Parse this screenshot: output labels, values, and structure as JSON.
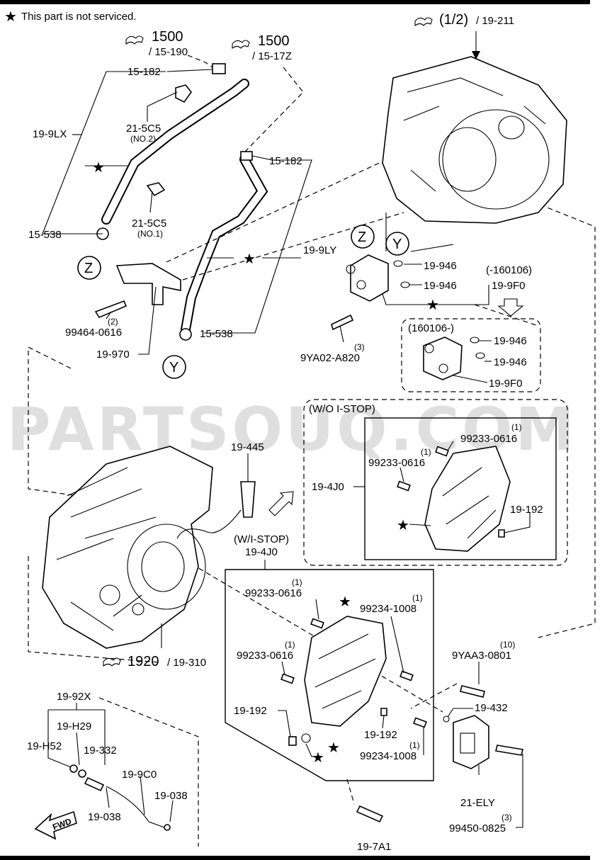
{
  "note": "This part is not serviced.",
  "watermark": "PARTSOUQ.COM",
  "fwd": "FWD",
  "refs": {
    "r1500a": "1500",
    "r1500a_sub": "/ 15-190",
    "r1500b": "1500",
    "r1500b_sub": "/ 15-17Z",
    "r12": "(1/2)",
    "r12_sub": "/ 19-211",
    "r1920": "1920",
    "r1920_sub": "/ 19-310"
  },
  "labels": {
    "l15182a": "15-182",
    "l15182b": "15-182",
    "l215c5a": "21-5C5",
    "l215c5a_sub": "(NO.2)",
    "l215c5b": "21-5C5",
    "l215c5b_sub": "(NO.1)",
    "l199lx": "19-9LX",
    "l15538a": "15-538",
    "l15538b": "15-538",
    "l199ly": "19-9LY",
    "lz1": "Z",
    "lz2": "Z",
    "ly1": "Y",
    "ly2": "Y",
    "l99464": "99464-0616",
    "l99464_qty": "(2)",
    "l19970": "19-970",
    "l19946a": "19-946",
    "l19946b": "19-946",
    "l199f0": "19-9F0",
    "ldate1": "(-160106)",
    "ldate2": "(160106-)",
    "l19946c": "19-946",
    "l19946d": "19-946",
    "l199f0b": "19-9F0",
    "l9ya02": "9YA02-A820",
    "l9ya02_qty": "(3)",
    "lwoistop": "(W/O I-STOP)",
    "l99233a": "99233-0616",
    "l99233a_qty": "(1)",
    "l99233b": "99233-0616",
    "l99233b_qty": "(1)",
    "l194j0a": "19-4J0",
    "l19192a": "19-192",
    "l19445": "19-445",
    "lwistop": "(W/I-STOP)",
    "l194j0b": "19-4J0",
    "l99233c": "99233-0616",
    "l99233c_qty": "(1)",
    "l99234a": "99234-1008",
    "l99234a_qty": "(1)",
    "l99233d": "99233-0616",
    "l99233d_qty": "(1)",
    "l19192b": "19-192",
    "l19192c": "19-192",
    "l99234b": "99234-1008",
    "l99234b_qty": "(1)",
    "l9yaa3": "9YAA3-0801",
    "l9yaa3_qty": "(10)",
    "l19432": "19-432",
    "l21ely": "21-ELY",
    "l99450": "99450-0825",
    "l99450_qty": "(3)",
    "l197a1": "19-7A1",
    "l1992x": "19-92X",
    "l19h29": "19-H29",
    "l19h52": "19-H52",
    "l19332": "19-332",
    "l199c0": "19-9C0",
    "l19038a": "19-038",
    "l19038b": "19-038"
  }
}
